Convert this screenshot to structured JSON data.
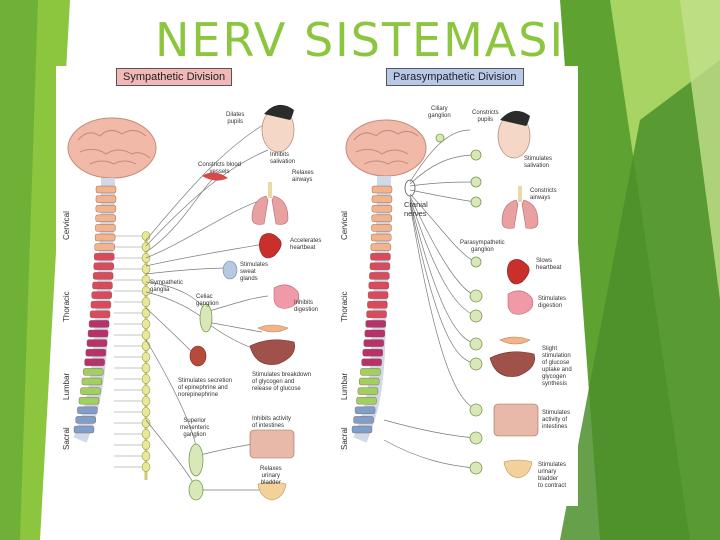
{
  "slide": {
    "title": "NERV SISTEMASI",
    "colors": {
      "title": "#8cc63f",
      "accent_dark": "#5ea331",
      "accent_light": "#a8d464"
    }
  },
  "sympathetic": {
    "header": "Sympathetic Division",
    "regions": [
      "Cervical",
      "Thoracic",
      "Lumbar",
      "Sacral"
    ],
    "labels": {
      "dilates_pupils": "Dilates\npupils",
      "inhibits_salivation": "Inhibits\nsalivation",
      "constricts_blood_vessels": "Constricts blood\nvessels",
      "relaxes_airways": "Relaxes\nairways",
      "accelerates_heartbeat": "Accelerates\nheartbeat",
      "stimulates_sweat_glands": "Stimulates\nsweat\nglands",
      "sympathetic_ganglia": "Sympathetic\nganglia",
      "celiac_ganglion": "Celiac\nganglion",
      "inhibits_digestion": "Inhibits\ndigestion",
      "stimulates_glycogen": "Stimulates breakdown\nof glycogen and\nrelease of glucose",
      "stimulates_epinephrine": "Stimulates secretion\nof epinephrine and\nnorepinephrine",
      "superior_mesenteric_ganglion": "Superior\nmesenteric\nganglion",
      "inhibits_intestines": "Inhibits activity\nof intestines",
      "relaxes_bladder": "Relaxes\nurinary\nbladder"
    }
  },
  "parasympathetic": {
    "header": "Parasympathetic Division",
    "regions": [
      "Cervical",
      "Thoracic",
      "Lumbar",
      "Sacral"
    ],
    "labels": {
      "ciliary_ganglion": "Ciliary\nganglion",
      "constricts_pupils": "Constricts\npupils",
      "stimulates_salivation": "Stimulates\nsalivation",
      "cranial_nerves": "Cranial\nnerves",
      "constricts_airways": "Constricts\nairways",
      "parasympathetic_ganglion": "Parasympathetic\nganglion",
      "slows_heartbeat": "Slows\nheartbeat",
      "stimulates_digestion": "Stimulates\ndigestion",
      "slight_stimulation": "Slight\nstimulation\nof glucose\nuptake and\nglycogen\nsynthesis",
      "stimulates_intestines": "Stimulates\nactivity of\nintestines",
      "stimulates_bladder": "Stimulates\nurinary\nbladder\nto contract"
    }
  }
}
